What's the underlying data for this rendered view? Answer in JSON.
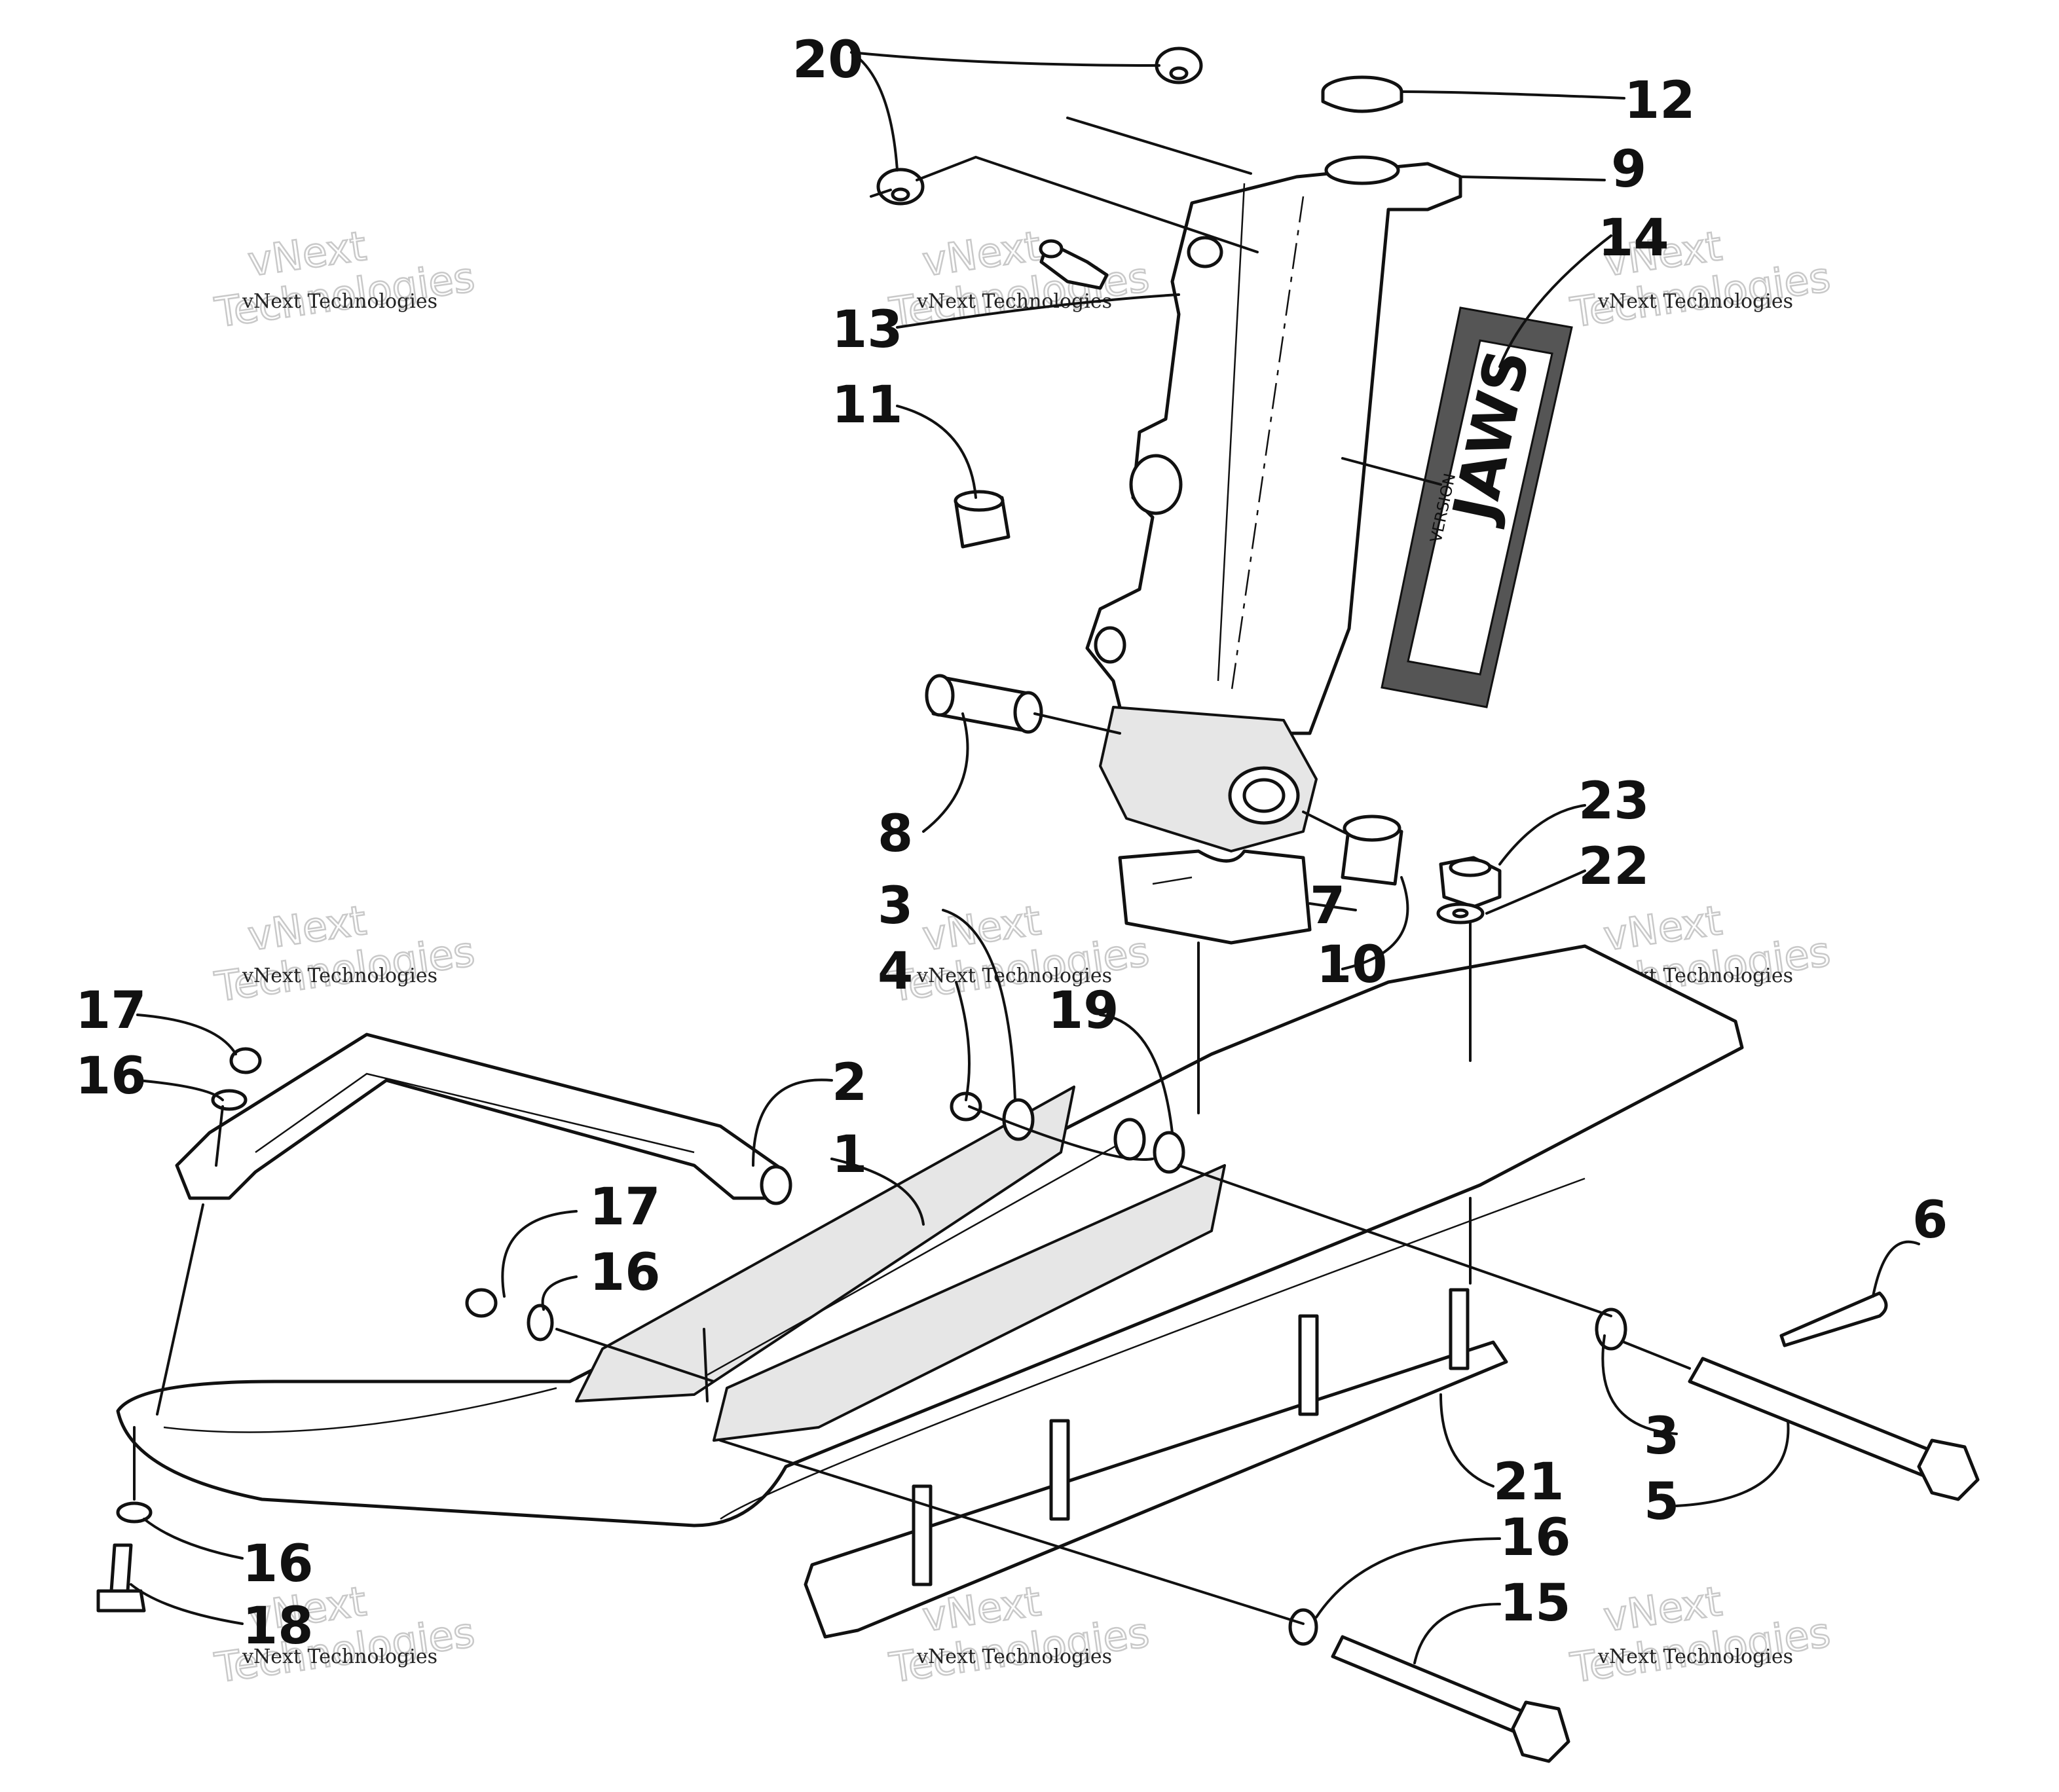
{
  "diagram": {
    "callouts": [
      {
        "id": "c20",
        "label": "20"
      },
      {
        "id": "c12",
        "label": "12"
      },
      {
        "id": "c9",
        "label": "9"
      },
      {
        "id": "c14",
        "label": "14"
      },
      {
        "id": "c13",
        "label": "13"
      },
      {
        "id": "c11",
        "label": "11"
      },
      {
        "id": "c8",
        "label": "8"
      },
      {
        "id": "c23",
        "label": "23"
      },
      {
        "id": "c22",
        "label": "22"
      },
      {
        "id": "c7",
        "label": "7"
      },
      {
        "id": "c10",
        "label": "10"
      },
      {
        "id": "c3a",
        "label": "3"
      },
      {
        "id": "c4",
        "label": "4"
      },
      {
        "id": "c19",
        "label": "19"
      },
      {
        "id": "c17a",
        "label": "17"
      },
      {
        "id": "c16a",
        "label": "16"
      },
      {
        "id": "c2",
        "label": "2"
      },
      {
        "id": "c1",
        "label": "1"
      },
      {
        "id": "c17b",
        "label": "17"
      },
      {
        "id": "c16b",
        "label": "16"
      },
      {
        "id": "c6",
        "label": "6"
      },
      {
        "id": "c3b",
        "label": "3"
      },
      {
        "id": "c5",
        "label": "5"
      },
      {
        "id": "c21",
        "label": "21"
      },
      {
        "id": "c16c",
        "label": "16"
      },
      {
        "id": "c18",
        "label": "18"
      },
      {
        "id": "c16d",
        "label": "16"
      },
      {
        "id": "c15",
        "label": "15"
      }
    ],
    "decal_text": {
      "brand": "JAWS",
      "version": "VERSION"
    }
  },
  "watermark": {
    "line1": "vNext",
    "line2": "Technologies",
    "small": "vNext Technologies"
  }
}
